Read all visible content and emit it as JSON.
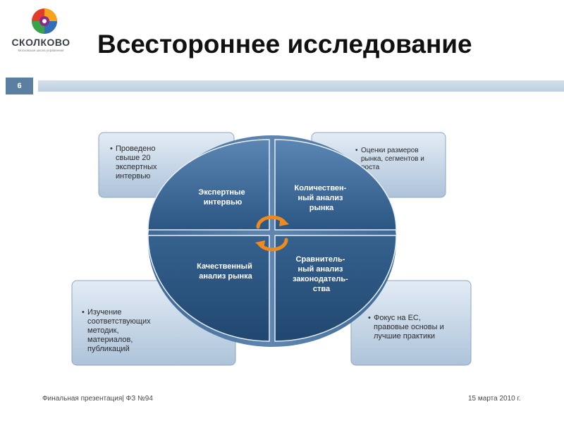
{
  "logo": {
    "name": "СКОЛКОВО",
    "subtitle": "Московская школа управления"
  },
  "slide": {
    "title": "Всестороннее исследование",
    "page_number": "6"
  },
  "diagram": {
    "quadrants": [
      {
        "id": "tl",
        "lines": [
          "Экспертные",
          "интервью"
        ]
      },
      {
        "id": "tr",
        "lines": [
          "Количествен-",
          "ный анализ",
          "рынка"
        ]
      },
      {
        "id": "bl",
        "lines": [
          "Качественный",
          "анализ рынка"
        ]
      },
      {
        "id": "br",
        "lines": [
          "Сравнитель-",
          "ный анализ",
          "законодатель-",
          "ства"
        ]
      }
    ],
    "callouts": [
      {
        "id": "tl",
        "lines": [
          "Проведено",
          "свыше 20",
          "экспертных",
          "интервью"
        ]
      },
      {
        "id": "tr",
        "lines": [
          "Оценки размеров",
          "рынка, сегментов и",
          "роста"
        ]
      },
      {
        "id": "bl",
        "lines": [
          "Изучение",
          "соответствующих",
          "методик,",
          "материалов,",
          "публикаций"
        ]
      },
      {
        "id": "br",
        "lines": [
          "Фокус на ЕС,",
          "правовые основы и",
          "лучшие практики"
        ]
      }
    ],
    "center_icon": "circular-arrows-icon"
  },
  "footer": {
    "left": "Финальная презентация| ФЗ №94",
    "right": "15 марта 2010 г."
  },
  "colors": {
    "accent": "#5a7fa0",
    "quadrant": "#2f5a86",
    "arrows": "#f08a1c",
    "callout": "#b6c8dc"
  }
}
